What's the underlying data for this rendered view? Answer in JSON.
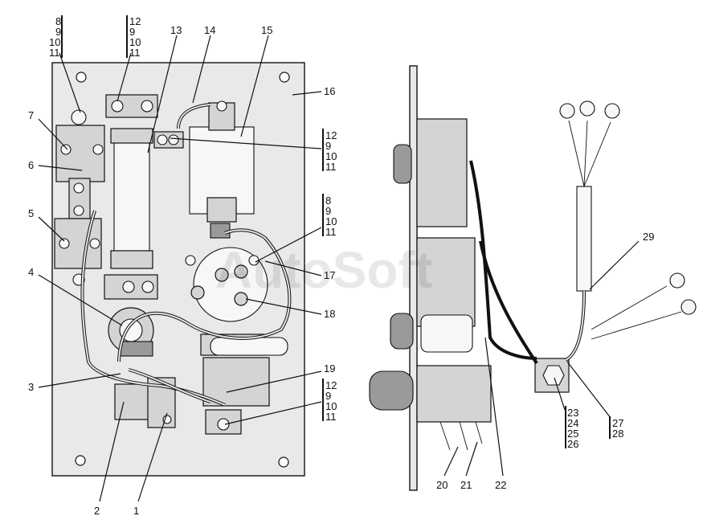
{
  "watermark": "AutoSoft",
  "callouts": {
    "c1": "1",
    "c2": "2",
    "c3": "3",
    "c4": "4",
    "c5": "5",
    "c6": "6",
    "c7": "7",
    "c13": "13",
    "c14": "14",
    "c15": "15",
    "c16": "16",
    "c17": "17",
    "c18": "18",
    "c19": "19",
    "c20": "20",
    "c21": "21",
    "c22": "22",
    "c29": "29"
  },
  "stacks": {
    "top_left": [
      "8",
      "9",
      "10",
      "11"
    ],
    "top_mid": [
      "12",
      "9",
      "10",
      "11"
    ],
    "right_a": [
      "12",
      "9",
      "10",
      "11"
    ],
    "right_b": [
      "8",
      "9",
      "10",
      "11"
    ],
    "right_c": [
      "12",
      "9",
      "10",
      "11"
    ],
    "side_a": [
      "23",
      "24",
      "25",
      "26"
    ],
    "side_b": [
      "27",
      "28"
    ]
  }
}
